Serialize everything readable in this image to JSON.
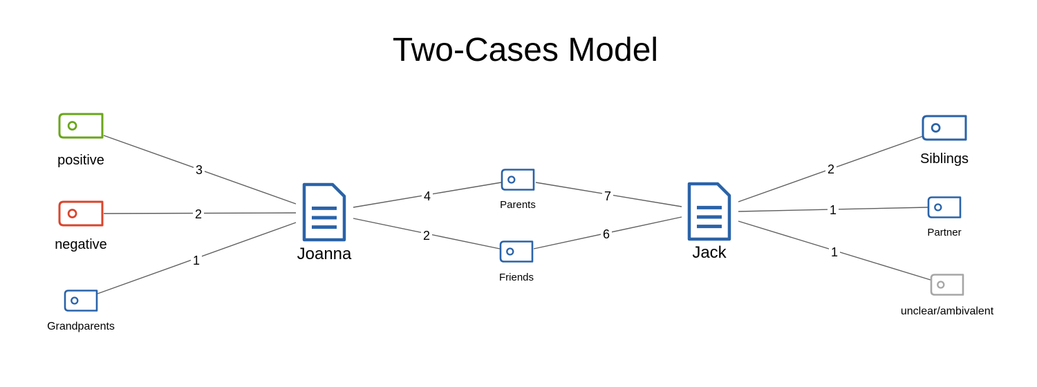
{
  "title": "Two-Cases Model",
  "colors": {
    "code_blue": "#2a63a9",
    "code_green": "#6aa61a",
    "code_red": "#d9452c",
    "code_gray": "#a6a6a6",
    "document_blue": "#2a63a9",
    "edge": "#5f5f5f"
  },
  "nodes": [
    {
      "id": "positive",
      "kind": "code",
      "label": "positive",
      "color": "code_green",
      "icon": "code-tag-icon"
    },
    {
      "id": "negative",
      "kind": "code",
      "label": "negative",
      "color": "code_red",
      "icon": "code-tag-icon"
    },
    {
      "id": "grandparents",
      "kind": "code",
      "label": "Grandparents",
      "color": "code_blue",
      "icon": "code-tag-icon"
    },
    {
      "id": "joanna",
      "kind": "document",
      "label": "Joanna",
      "color": "document_blue",
      "icon": "document-icon"
    },
    {
      "id": "parents",
      "kind": "code",
      "label": "Parents",
      "color": "code_blue",
      "icon": "code-tag-icon"
    },
    {
      "id": "friends",
      "kind": "code",
      "label": "Friends",
      "color": "code_blue",
      "icon": "code-tag-icon"
    },
    {
      "id": "jack",
      "kind": "document",
      "label": "Jack",
      "color": "document_blue",
      "icon": "document-icon"
    },
    {
      "id": "siblings",
      "kind": "code",
      "label": "Siblings",
      "color": "code_blue",
      "icon": "code-tag-icon"
    },
    {
      "id": "partner",
      "kind": "code",
      "label": "Partner",
      "color": "code_blue",
      "icon": "code-tag-icon"
    },
    {
      "id": "unclear",
      "kind": "code",
      "label": "unclear/ambivalent",
      "color": "code_gray",
      "icon": "code-tag-icon"
    }
  ],
  "edges": [
    {
      "from": "positive",
      "to": "joanna",
      "weight": "3"
    },
    {
      "from": "negative",
      "to": "joanna",
      "weight": "2"
    },
    {
      "from": "grandparents",
      "to": "joanna",
      "weight": "1"
    },
    {
      "from": "joanna",
      "to": "parents",
      "weight": "4"
    },
    {
      "from": "joanna",
      "to": "friends",
      "weight": "2"
    },
    {
      "from": "parents",
      "to": "jack",
      "weight": "7"
    },
    {
      "from": "friends",
      "to": "jack",
      "weight": "6"
    },
    {
      "from": "jack",
      "to": "siblings",
      "weight": "2"
    },
    {
      "from": "jack",
      "to": "partner",
      "weight": "1"
    },
    {
      "from": "jack",
      "to": "unclear",
      "weight": "1"
    }
  ]
}
